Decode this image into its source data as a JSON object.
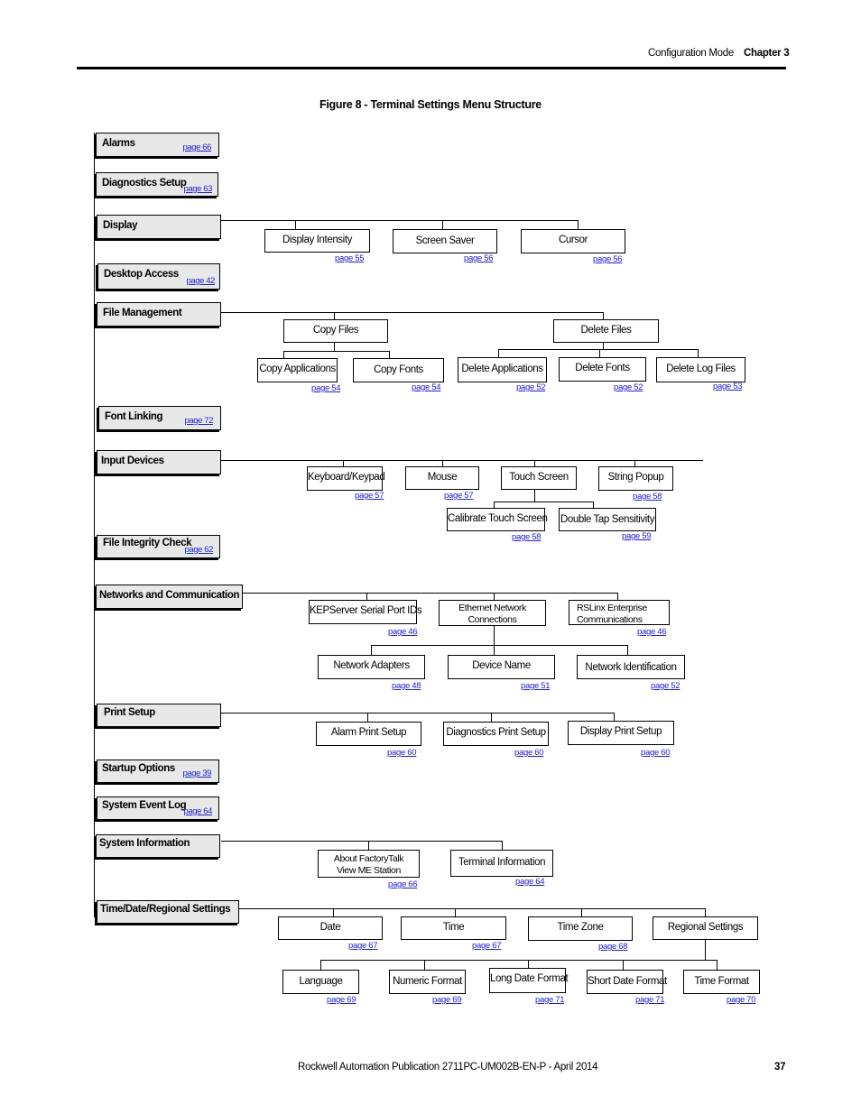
{
  "header": {
    "section": "Configuration Mode",
    "chapter": "Chapter 3"
  },
  "figure_title": "Figure 8 - Terminal Settings Menu Structure",
  "menus": {
    "alarms": {
      "label": "Alarms",
      "page": "page 66"
    },
    "diagnostics": {
      "label": "Diagnostics Setup",
      "page": "page 63"
    },
    "display": {
      "label": "Display"
    },
    "desktop": {
      "label": "Desktop Access",
      "page": "page 42"
    },
    "filemgmt": {
      "label": "File Management"
    },
    "fontlink": {
      "label": "Font Linking",
      "page": "page 72"
    },
    "input": {
      "label": "Input Devices"
    },
    "integrity": {
      "label": "File Integrity Check",
      "page": "page 62"
    },
    "networks": {
      "label": "Networks and Communication"
    },
    "print": {
      "label": "Print Setup"
    },
    "startup": {
      "label": "Startup Options",
      "page": "page 39"
    },
    "syslog": {
      "label": "System Event Log",
      "page": "page 64"
    },
    "sysinfo": {
      "label": "System Information"
    },
    "time": {
      "label": "Time/Date/Regional Settings"
    }
  },
  "items": {
    "intensity": {
      "label": "Display Intensity",
      "page": "page 55"
    },
    "saver": {
      "label": "Screen Saver",
      "page": "page 56"
    },
    "cursor": {
      "label": "Cursor",
      "page": "page 56"
    },
    "copyfiles": {
      "label": "Copy Files"
    },
    "deletefiles": {
      "label": "Delete Files"
    },
    "copyapps": {
      "label": "Copy Applications",
      "page": "page 54"
    },
    "copyfonts": {
      "label": "Copy Fonts",
      "page": "page 54"
    },
    "delapps": {
      "label": "Delete  Applications",
      "page": "page 52"
    },
    "delfonts": {
      "label": "Delete Fonts",
      "page": "page 52"
    },
    "dellog": {
      "label": "Delete Log Files",
      "page": "page 53"
    },
    "keyboard": {
      "label": "Keyboard/Keypad",
      "page": "page 57"
    },
    "mouse": {
      "label": "Mouse",
      "page": "page 57"
    },
    "touch": {
      "label": "Touch Screen"
    },
    "strpopup": {
      "label": "String Popup",
      "page": "page 58"
    },
    "calibrate": {
      "label": "Calibrate Touch Screen",
      "page": "page 58"
    },
    "doubletap": {
      "label": "Double Tap Sensitivity",
      "page": "page 59"
    },
    "kepserver": {
      "label": "KEPServer Serial Port IDs",
      "page": "page 46"
    },
    "ethernet": {
      "label": "Ethernet Network Connections"
    },
    "rslinx": {
      "label": "RSLinx Enterprise Communications",
      "page": "page 46"
    },
    "netadapters": {
      "label": "Network Adapters",
      "page": "page 48"
    },
    "devname": {
      "label": "Device Name",
      "page": "page 51"
    },
    "netident": {
      "label": "Network Identification",
      "page": "page 52"
    },
    "alarmprint": {
      "label": "Alarm Print Setup",
      "page": "page 60"
    },
    "diagprint": {
      "label": "Diagnostics Print Setup",
      "page": "page 60"
    },
    "dispprint": {
      "label": "Display Print Setup",
      "page": "page 60"
    },
    "aboutft": {
      "label": "About FactoryTalk View ME Station",
      "page": "page 66"
    },
    "terminfo": {
      "label": "Terminal Information",
      "page": "page 64"
    },
    "date": {
      "label": "Date",
      "page": "page 67"
    },
    "timeitem": {
      "label": "Time",
      "page": "page 67"
    },
    "timezone": {
      "label": "Time Zone",
      "page": "page 68"
    },
    "regional": {
      "label": "Regional Settings"
    },
    "language": {
      "label": "Language",
      "page": "page 69"
    },
    "numformat": {
      "label": "Numeric Format",
      "page": "page 69"
    },
    "longdate": {
      "label": "Long Date Format",
      "page": "page 71"
    },
    "shortdate": {
      "label": "Short Date Format",
      "page": "page 71"
    },
    "timeformat": {
      "label": "Time  Format",
      "page": "page 70"
    }
  },
  "footer": {
    "publication": "Rockwell Automation Publication 2711PC-UM002B-EN-P - April 2014",
    "page_number": "37"
  },
  "colors": {
    "main_box": "#e8e8e8",
    "link": "#2020d0"
  }
}
